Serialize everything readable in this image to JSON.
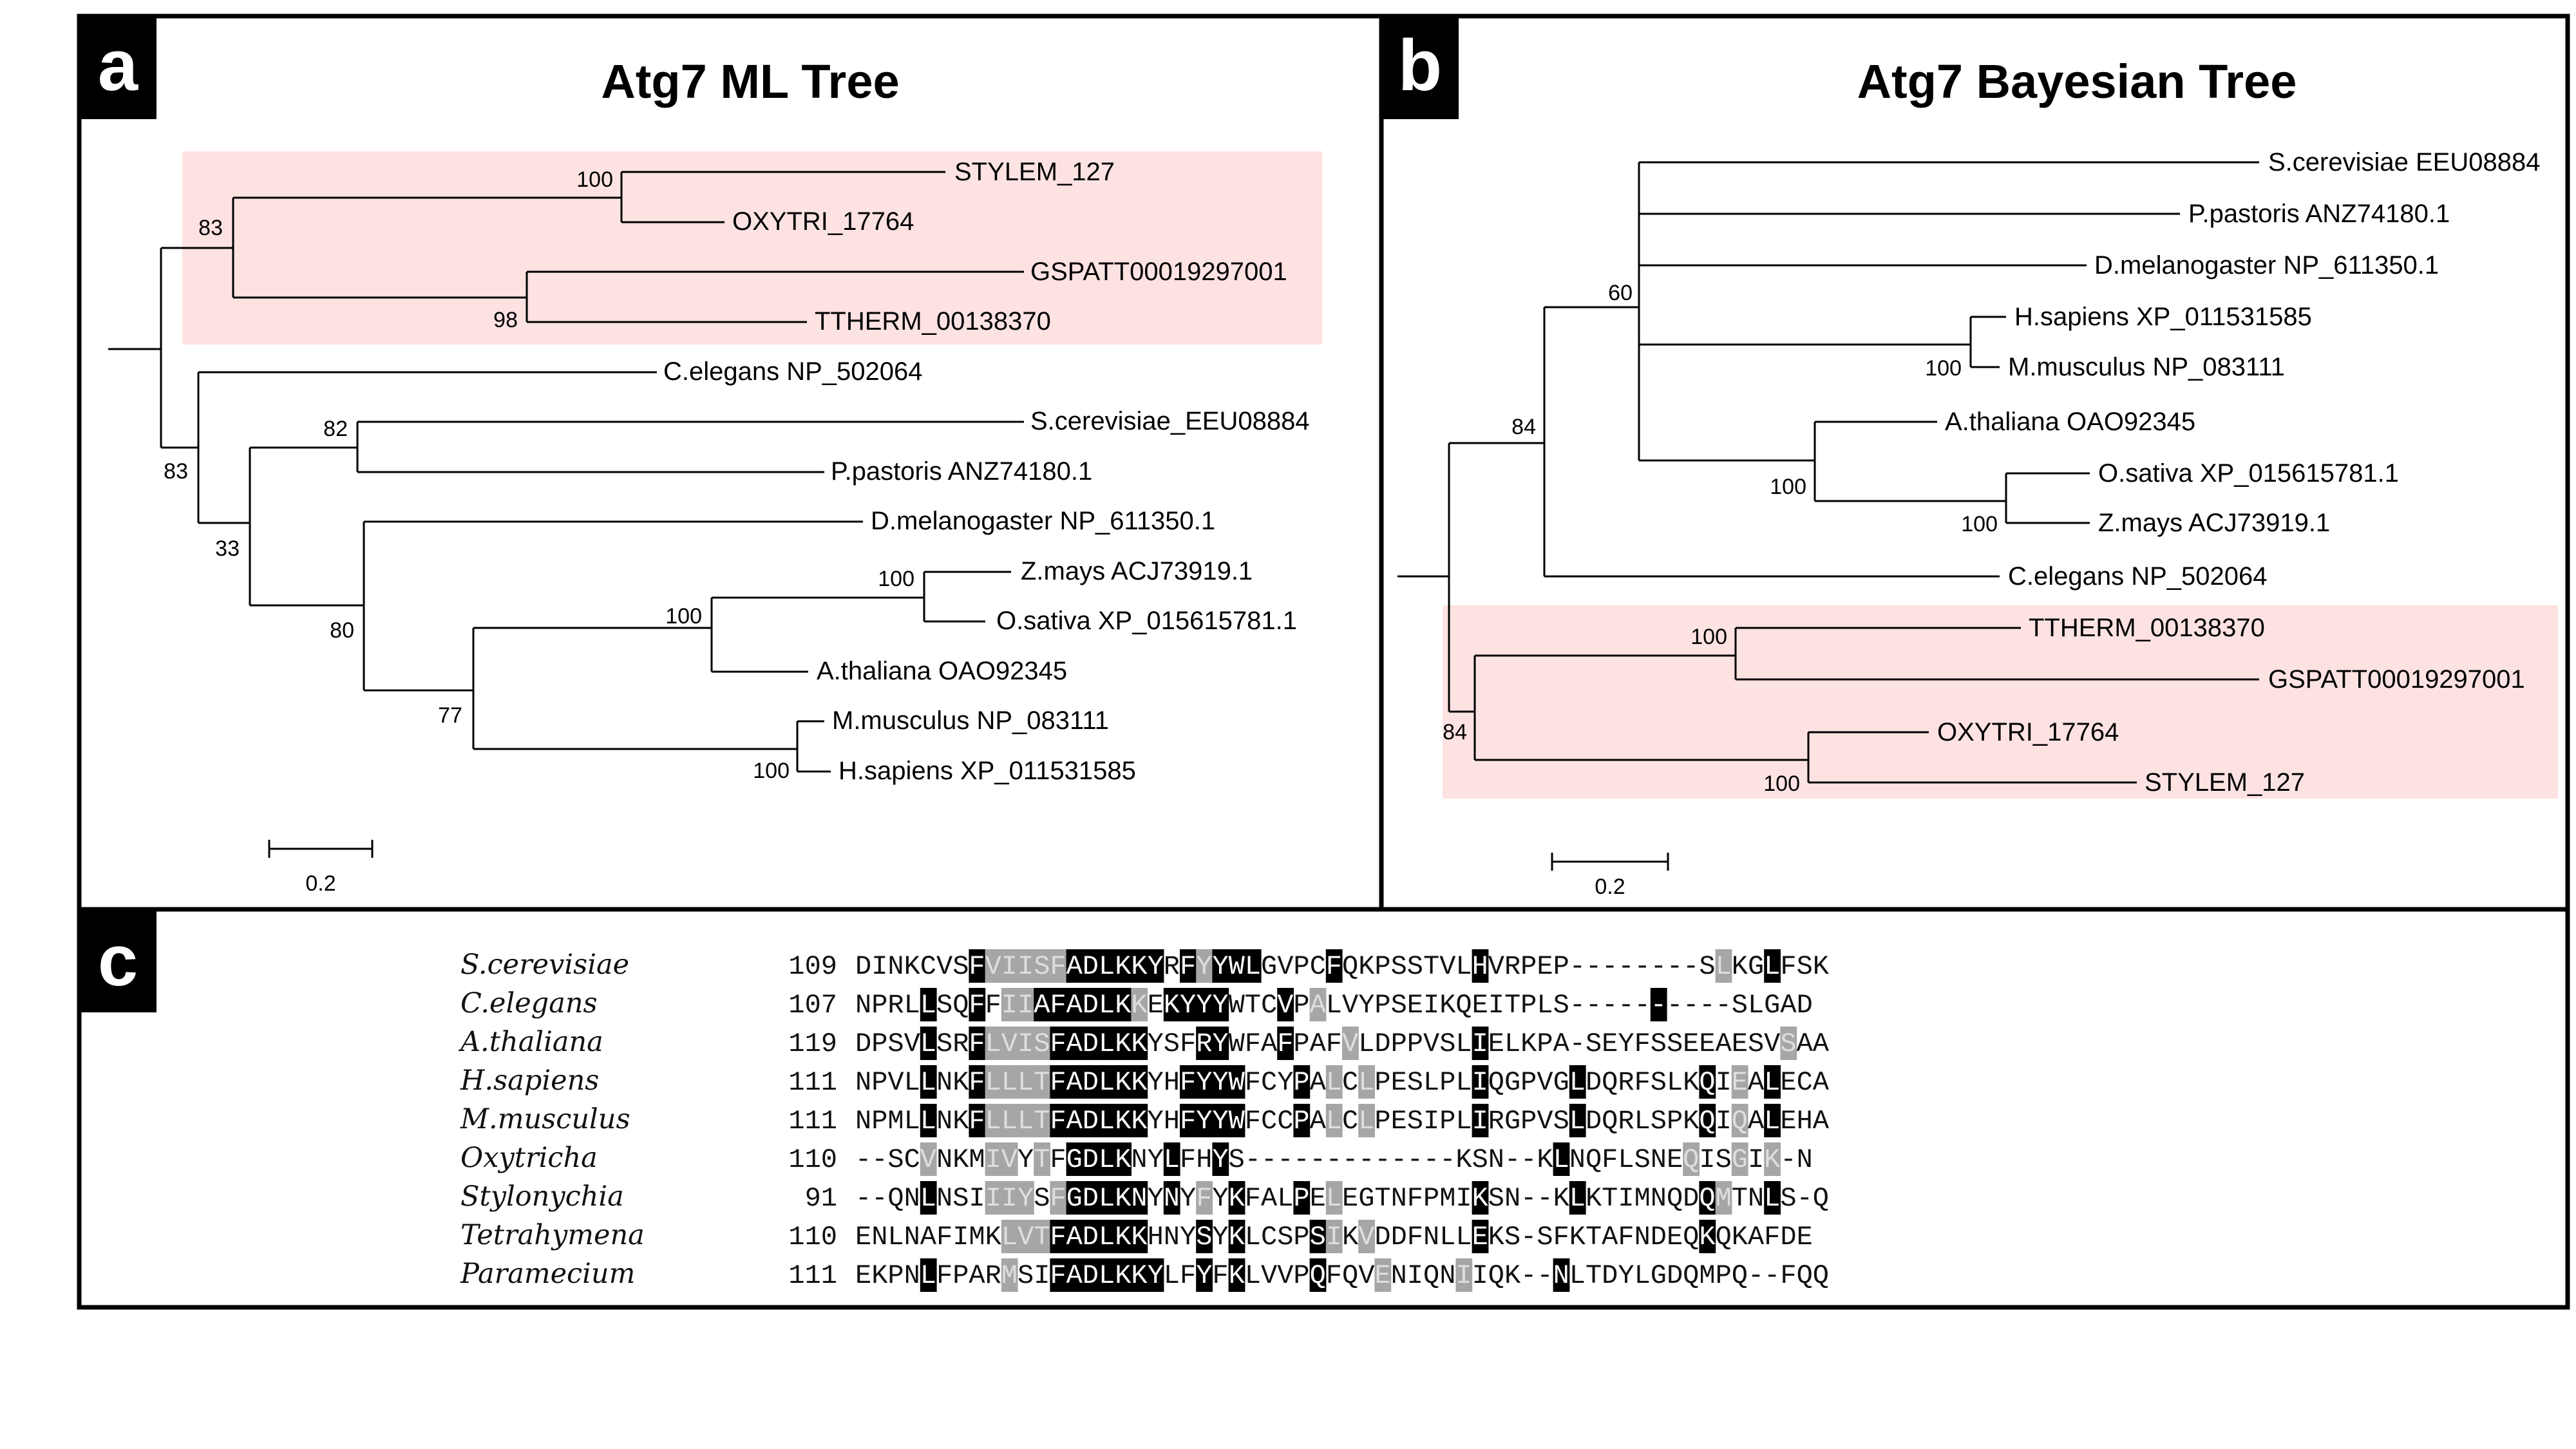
{
  "panels": {
    "a": {
      "label": "a",
      "title": "Atg7 ML Tree",
      "scale_label": "0.2",
      "leaves": [
        {
          "id": "stylem",
          "label": "STYLEM_127"
        },
        {
          "id": "oxytri",
          "label": "OXYTRI_17764"
        },
        {
          "id": "gspatt",
          "label": "GSPATT00019297001"
        },
        {
          "id": "ttherm",
          "label": "TTHERM_00138370"
        },
        {
          "id": "celegans",
          "label": "C.elegans NP_502064"
        },
        {
          "id": "scerev",
          "label": "S.cerevisiae_EEU08884"
        },
        {
          "id": "ppast",
          "label": "P.pastoris ANZ74180.1"
        },
        {
          "id": "dmel",
          "label": "D.melanogaster NP_611350.1"
        },
        {
          "id": "zmays",
          "label": "Z.mays ACJ73919.1"
        },
        {
          "id": "osat",
          "label": "O.sativa XP_015615781.1"
        },
        {
          "id": "athal",
          "label": "A.thaliana OAO92345"
        },
        {
          "id": "mmus",
          "label": "M.musculus NP_083111"
        },
        {
          "id": "hsap",
          "label": "H.sapiens XP_011531585"
        }
      ],
      "supports": [
        {
          "id": "s100a",
          "label": "100"
        },
        {
          "id": "s83a",
          "label": "83"
        },
        {
          "id": "s98",
          "label": "98"
        },
        {
          "id": "s82",
          "label": "82"
        },
        {
          "id": "s83b",
          "label": "83"
        },
        {
          "id": "s33",
          "label": "33"
        },
        {
          "id": "s100b",
          "label": "100"
        },
        {
          "id": "s100c",
          "label": "100"
        },
        {
          "id": "s80",
          "label": "80"
        },
        {
          "id": "s77",
          "label": "77"
        },
        {
          "id": "s100d",
          "label": "100"
        }
      ]
    },
    "b": {
      "label": "b",
      "title": "Atg7 Bayesian Tree",
      "scale_label": "0.2",
      "leaves": [
        {
          "id": "scerev",
          "label": "S.cerevisiae EEU08884"
        },
        {
          "id": "ppast",
          "label": "P.pastoris ANZ74180.1"
        },
        {
          "id": "dmel",
          "label": "D.melanogaster NP_611350.1"
        },
        {
          "id": "hsap",
          "label": "H.sapiens XP_011531585"
        },
        {
          "id": "mmus",
          "label": "M.musculus NP_083111"
        },
        {
          "id": "athal",
          "label": "A.thaliana OAO92345"
        },
        {
          "id": "osat",
          "label": "O.sativa XP_015615781.1"
        },
        {
          "id": "zmays",
          "label": "Z.mays ACJ73919.1"
        },
        {
          "id": "celegans",
          "label": "C.elegans NP_502064"
        },
        {
          "id": "ttherm",
          "label": "TTHERM_00138370"
        },
        {
          "id": "gspatt",
          "label": "GSPATT00019297001"
        },
        {
          "id": "oxytri",
          "label": "OXYTRI_17764"
        },
        {
          "id": "stylem",
          "label": "STYLEM_127"
        }
      ],
      "supports": [
        {
          "id": "s60",
          "label": "60"
        },
        {
          "id": "s84a",
          "label": "84"
        },
        {
          "id": "s100a",
          "label": "100"
        },
        {
          "id": "s100b",
          "label": "100"
        },
        {
          "id": "s100c",
          "label": "100"
        },
        {
          "id": "s100d",
          "label": "100"
        },
        {
          "id": "s84b",
          "label": "84"
        },
        {
          "id": "s100e",
          "label": "100"
        }
      ]
    },
    "c": {
      "label": "c",
      "alignment": [
        {
          "species": "S.cerevisiae",
          "pos": "109",
          "seq": "DINKCVSFVIISFADLKKYRFYYWLGVPCFQKPSSTVLHVRPEP--------SLKGLFSK",
          "mask": "0000000122222111111012111000010000000010000000000000020010000"
        },
        {
          "species": "C.elegans",
          "pos": "107",
          "seq": "NPRLLSQFFIIAFADLKKEKYYYWTCVPALVYPSEIKQEITPLS----------SLGAD",
          "mask": "000010010221111112011110001020000000000000000000010000"
        },
        {
          "species": "A.thaliana",
          "pos": "119",
          "seq": "DPSVLSRFLVISFADLKKYSFRYWFAFPAFVLDPPVSLIELKPA-SEYFSSEEAESVSAA",
          "mask": "0000100122221111110001100010002000000010000000000000000002000"
        },
        {
          "species": "H.sapiens",
          "pos": "111",
          "seq": "NPVLLNKFLLLTFADLKKYHFYYWFCYPALCLPESLPLIQGPVGLDQRFSLKQIEALECA",
          "mask": "0000100122221111110011110001020200000010000010000000102010000"
        },
        {
          "species": "M.musculus",
          "pos": "111",
          "seq": "NPMLLNKFLLLTFADLKKYHFYYWFCCPALCLPESIPLIRGPVSLDQRLSPKQIQALEHA",
          "mask": "0000100122221111110011110001020200000010000010000000102010000"
        },
        {
          "species": "Oxytricha",
          "pos": "110",
          "seq": "--SCVNKMIVYTFGDLKNYLFHYS-------------KSN--KLNQFLSNEQISGIK-N",
          "mask": "0000200022020111100100100000000000000000000100000002002020000"
        },
        {
          "species": "Stylonychia",
          "pos": "91",
          "seq": "--QNLNSIIIYSFGDLKNYNYFYKFALPELEGTNFPMIKSN--KLKTIMNQDQMTNLS-Q",
          "mask": "0000100022202111110102010001020000000010000010000000120010000"
        },
        {
          "species": "Tetrahymena",
          "pos": "110",
          "seq": "ENLNAFIMKLVTFADLKKHNYSYKLCSPSIKVDDFNLLEKS-SFKTAFNDEQKQKAFDE",
          "mask": "0000000002221111110001010000120200000010000000000000100000000"
        },
        {
          "species": "Paramecium",
          "pos": "111",
          "seq": "EKPNLFPARMSIFADLKKYLFYFKLVVPQFQVENIQNIIQK--NLTDYLGDQMPQ--FQQ",
          "mask": "0000100002001111111001010000100020000200000100000000000000000"
        }
      ]
    }
  },
  "colors": {
    "highlight": "#fde2e2",
    "identical": "#000000",
    "similar": "#a6a6a6"
  }
}
